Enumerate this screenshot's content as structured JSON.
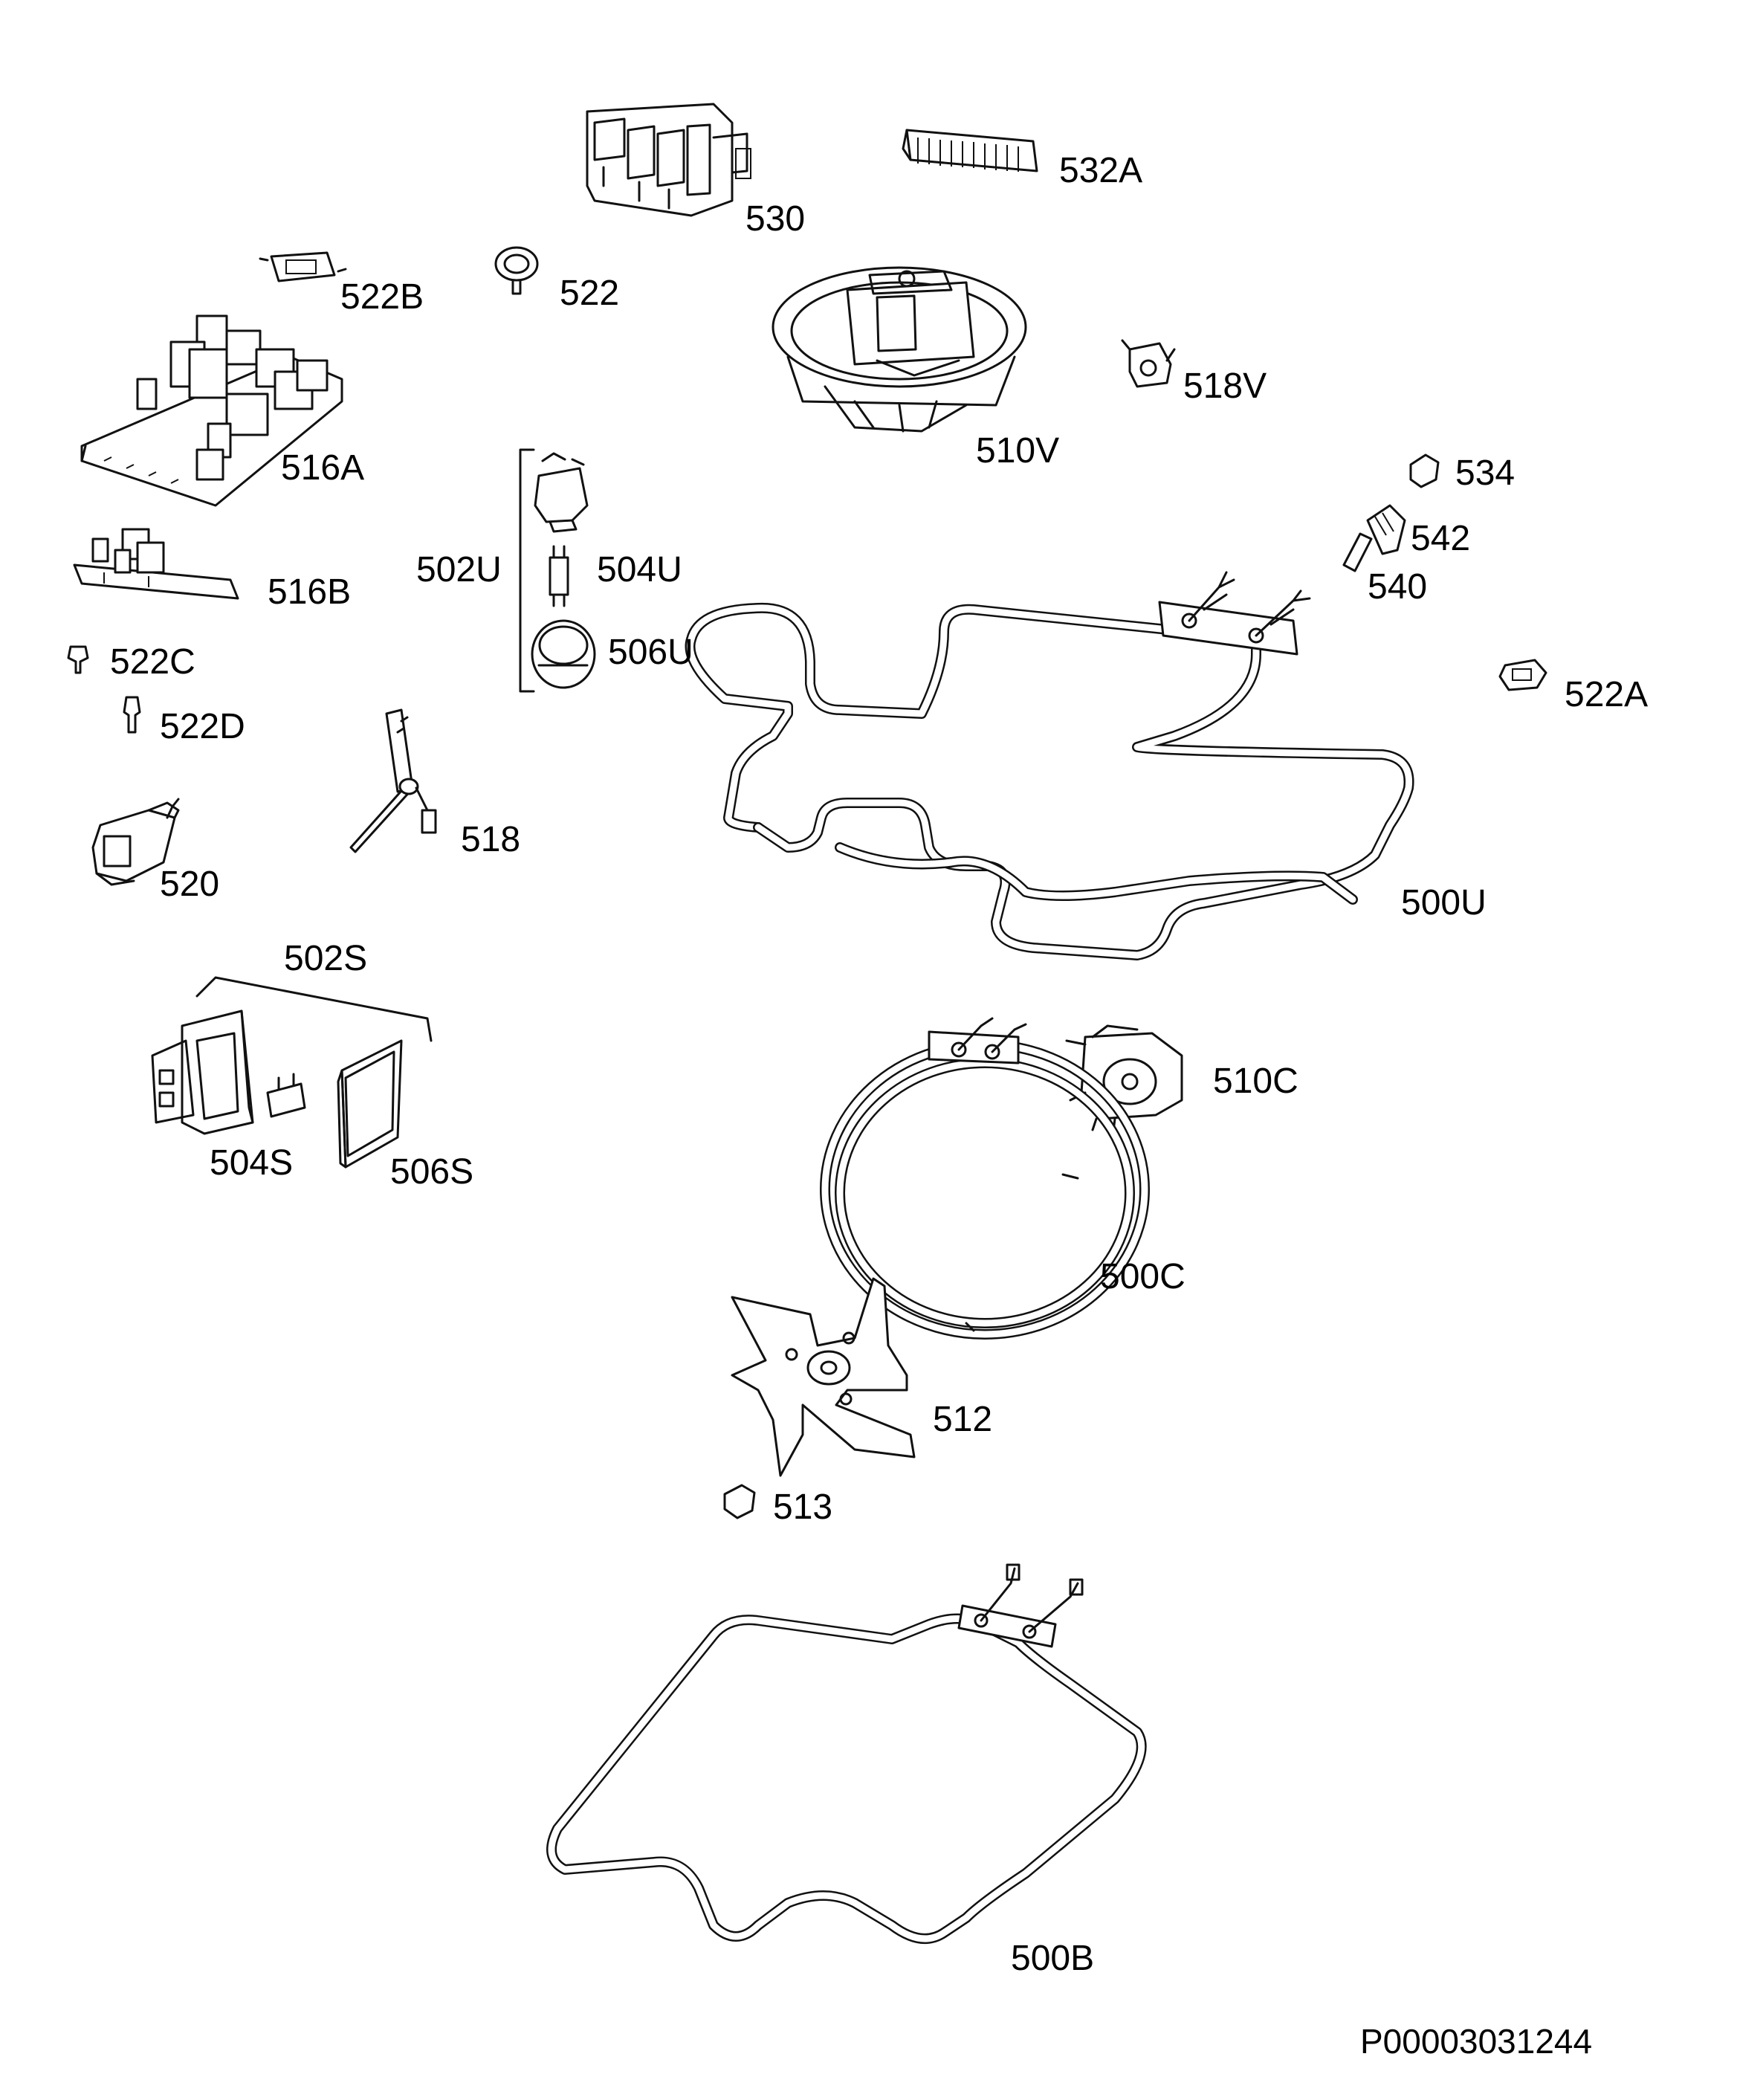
{
  "labels": {
    "p530": "530",
    "p532a": "532A",
    "p522": "522",
    "p522b": "522B",
    "p518v": "518V",
    "p510v": "510V",
    "p516a": "516A",
    "p502u": "502U",
    "p504u": "504U",
    "p506u": "506U",
    "p534": "534",
    "p542": "542",
    "p540": "540",
    "p516b": "516B",
    "p522c": "522C",
    "p522d": "522D",
    "p522a": "522A",
    "p518": "518",
    "p520": "520",
    "p500u": "500U",
    "p502s": "502S",
    "p510c": "510C",
    "p504s": "504S",
    "p506s": "506S",
    "p500c": "500C",
    "p512": "512",
    "p513": "513",
    "p500b": "500B"
  },
  "drawing_code": "P00003031244"
}
